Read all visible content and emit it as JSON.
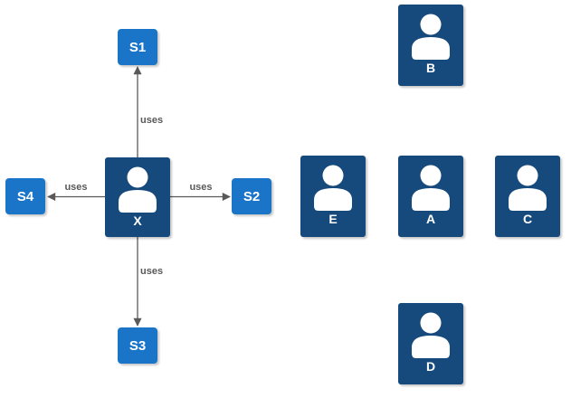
{
  "diagram": {
    "kind": "actor-service-usage-diagram",
    "background_color": "#ffffff"
  },
  "colors": {
    "service_fill": "#1A74C8",
    "actor_fill": "#164A7C",
    "connector": "#595959",
    "edge_label_text": "#595959",
    "node_text": "#ffffff"
  },
  "services": [
    {
      "id": "s1",
      "label": "S1"
    },
    {
      "id": "s2",
      "label": "S2"
    },
    {
      "id": "s3",
      "label": "S3"
    },
    {
      "id": "s4",
      "label": "S4"
    }
  ],
  "actors": [
    {
      "id": "x",
      "label": "X",
      "icon": "person-icon"
    },
    {
      "id": "b",
      "label": "B",
      "icon": "person-icon"
    },
    {
      "id": "e",
      "label": "E",
      "icon": "person-icon"
    },
    {
      "id": "a",
      "label": "A",
      "icon": "person-icon"
    },
    {
      "id": "c",
      "label": "C",
      "icon": "person-icon"
    },
    {
      "id": "d",
      "label": "D",
      "icon": "person-icon"
    }
  ],
  "edges": [
    {
      "from": "X",
      "to": "S1",
      "label": "uses",
      "direction": "up"
    },
    {
      "from": "X",
      "to": "S2",
      "label": "uses",
      "direction": "right"
    },
    {
      "from": "X",
      "to": "S3",
      "label": "uses",
      "direction": "down"
    },
    {
      "from": "X",
      "to": "S4",
      "label": "uses",
      "direction": "left"
    }
  ]
}
